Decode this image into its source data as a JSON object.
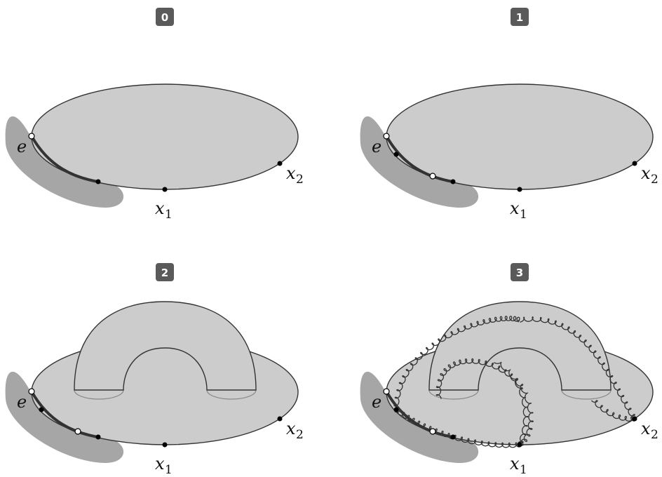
{
  "panels": [
    {
      "badge": "0",
      "labels": {
        "e": "e",
        "x1_base": "x",
        "x1_sub": "1",
        "x2_base": "x",
        "x2_sub": "2"
      }
    },
    {
      "badge": "1",
      "labels": {
        "e": "e",
        "x1_base": "x",
        "x1_sub": "1",
        "x2_base": "x",
        "x2_sub": "2"
      }
    },
    {
      "badge": "2",
      "labels": {
        "e": "e",
        "x1_base": "x",
        "x1_sub": "1",
        "x2_base": "x",
        "x2_sub": "2"
      }
    },
    {
      "badge": "3",
      "labels": {
        "e": "e",
        "x1_base": "x",
        "x1_sub": "1",
        "x2_base": "x",
        "x2_sub": "2"
      }
    }
  ],
  "colors": {
    "disk_fill": "#cccccc",
    "outline": "#333333",
    "shadow_blob": "#a6a6a6",
    "badge_fill": "#5a5a5a"
  }
}
